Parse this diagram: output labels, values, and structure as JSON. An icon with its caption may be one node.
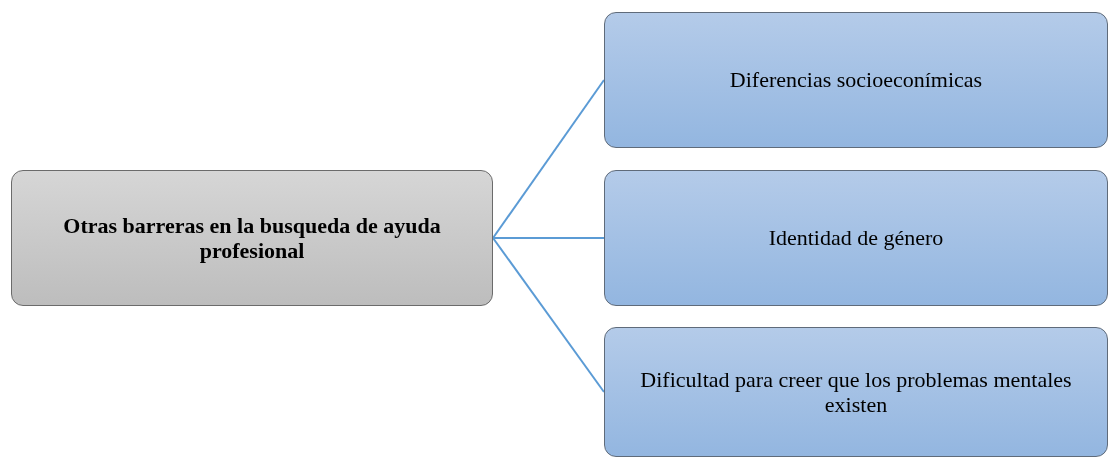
{
  "diagram": {
    "nodes": [
      {
        "text": [
          "Otras barreras en la busqueda de ayuda profesional"
        ]
      },
      {
        "text": [
          "Diferencias socioeconímicas"
        ]
      },
      {
        "text": [
          "Identidad de género"
        ]
      },
      {
        "text": [
          "Dificultad para creer que los problemas mentales existen"
        ]
      }
    ],
    "edges": [
      {
        "from": 0,
        "to": 1,
        "arrow": "none"
      },
      {
        "from": 0,
        "to": 2,
        "arrow": "none"
      },
      {
        "from": 0,
        "to": 3,
        "arrow": "none"
      }
    ]
  }
}
